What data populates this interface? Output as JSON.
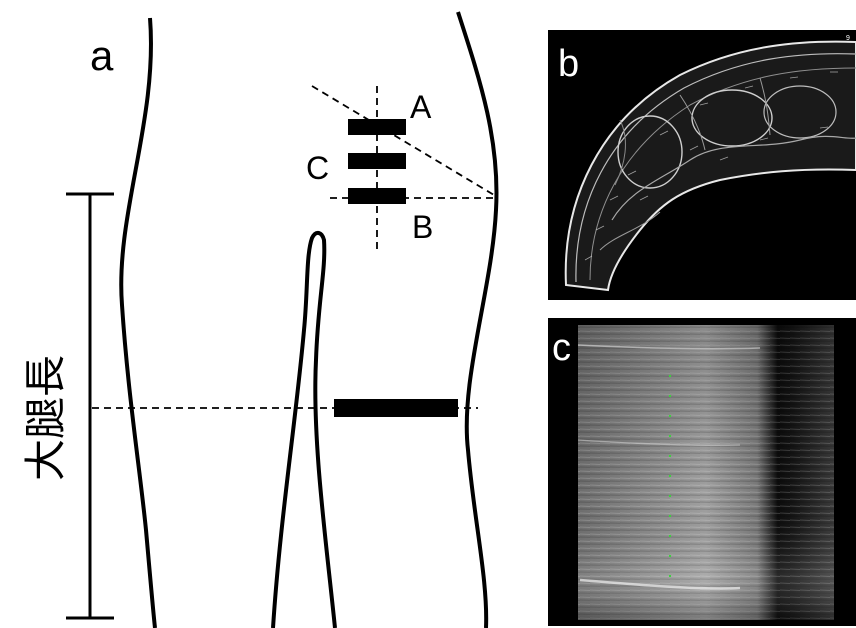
{
  "panel_a": {
    "label": "a",
    "vertical_label": "大腿長",
    "marker_labels": {
      "A": "A",
      "B": "B",
      "C": "C"
    }
  },
  "panel_b": {
    "label": "b",
    "corner_mark": "9"
  },
  "panel_c": {
    "label": "c"
  },
  "colors": {
    "ink": "#000000",
    "paper": "#ffffff",
    "scan_bg": "#000000",
    "ultrasound_gray": "#8a8a8a",
    "marker_green": "#3cd23c"
  }
}
